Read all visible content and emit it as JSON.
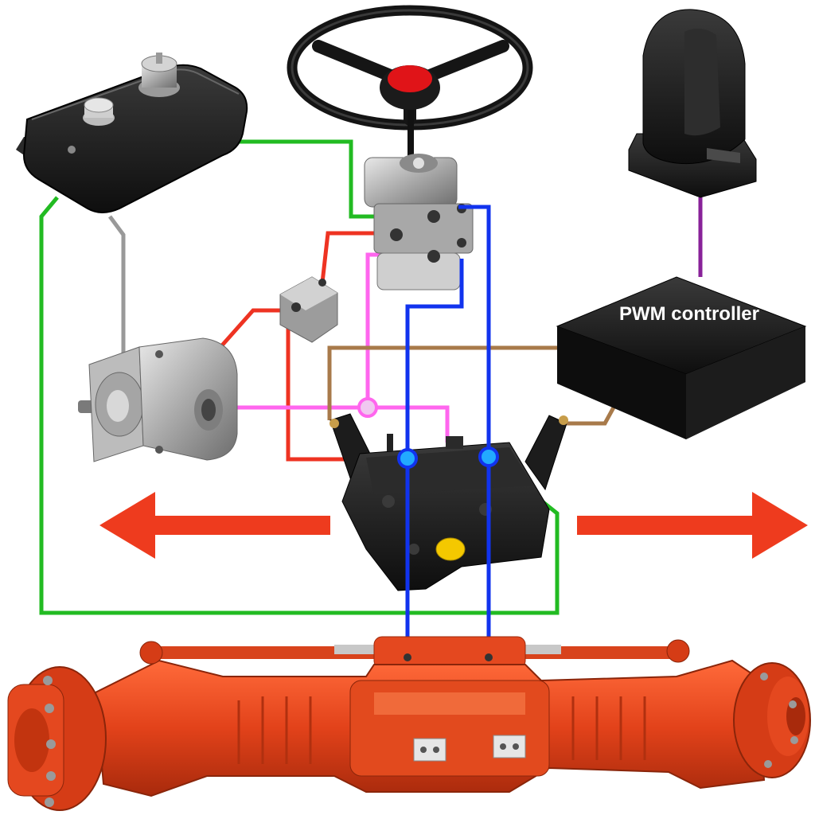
{
  "controller": {
    "label": "PWM controller"
  },
  "components": [
    {
      "name": "oil-tank"
    },
    {
      "name": "steering-wheel"
    },
    {
      "name": "steering-unit"
    },
    {
      "name": "joystick"
    },
    {
      "name": "pwm-controller"
    },
    {
      "name": "hydraulic-pump"
    },
    {
      "name": "priority-valve"
    },
    {
      "name": "proportional-valve-block"
    },
    {
      "name": "steering-axle"
    }
  ],
  "line_colors": {
    "return": "#22bb22",
    "pressure": "#ee3322",
    "load_sense": "#ff66ee",
    "cylinder": "#1133ee",
    "electric": "#a87a4a",
    "signal": "#882299",
    "suction": "#999999"
  },
  "arrows": [
    {
      "name": "left-direction-arrow",
      "direction": "left"
    },
    {
      "name": "right-direction-arrow",
      "direction": "right"
    }
  ]
}
